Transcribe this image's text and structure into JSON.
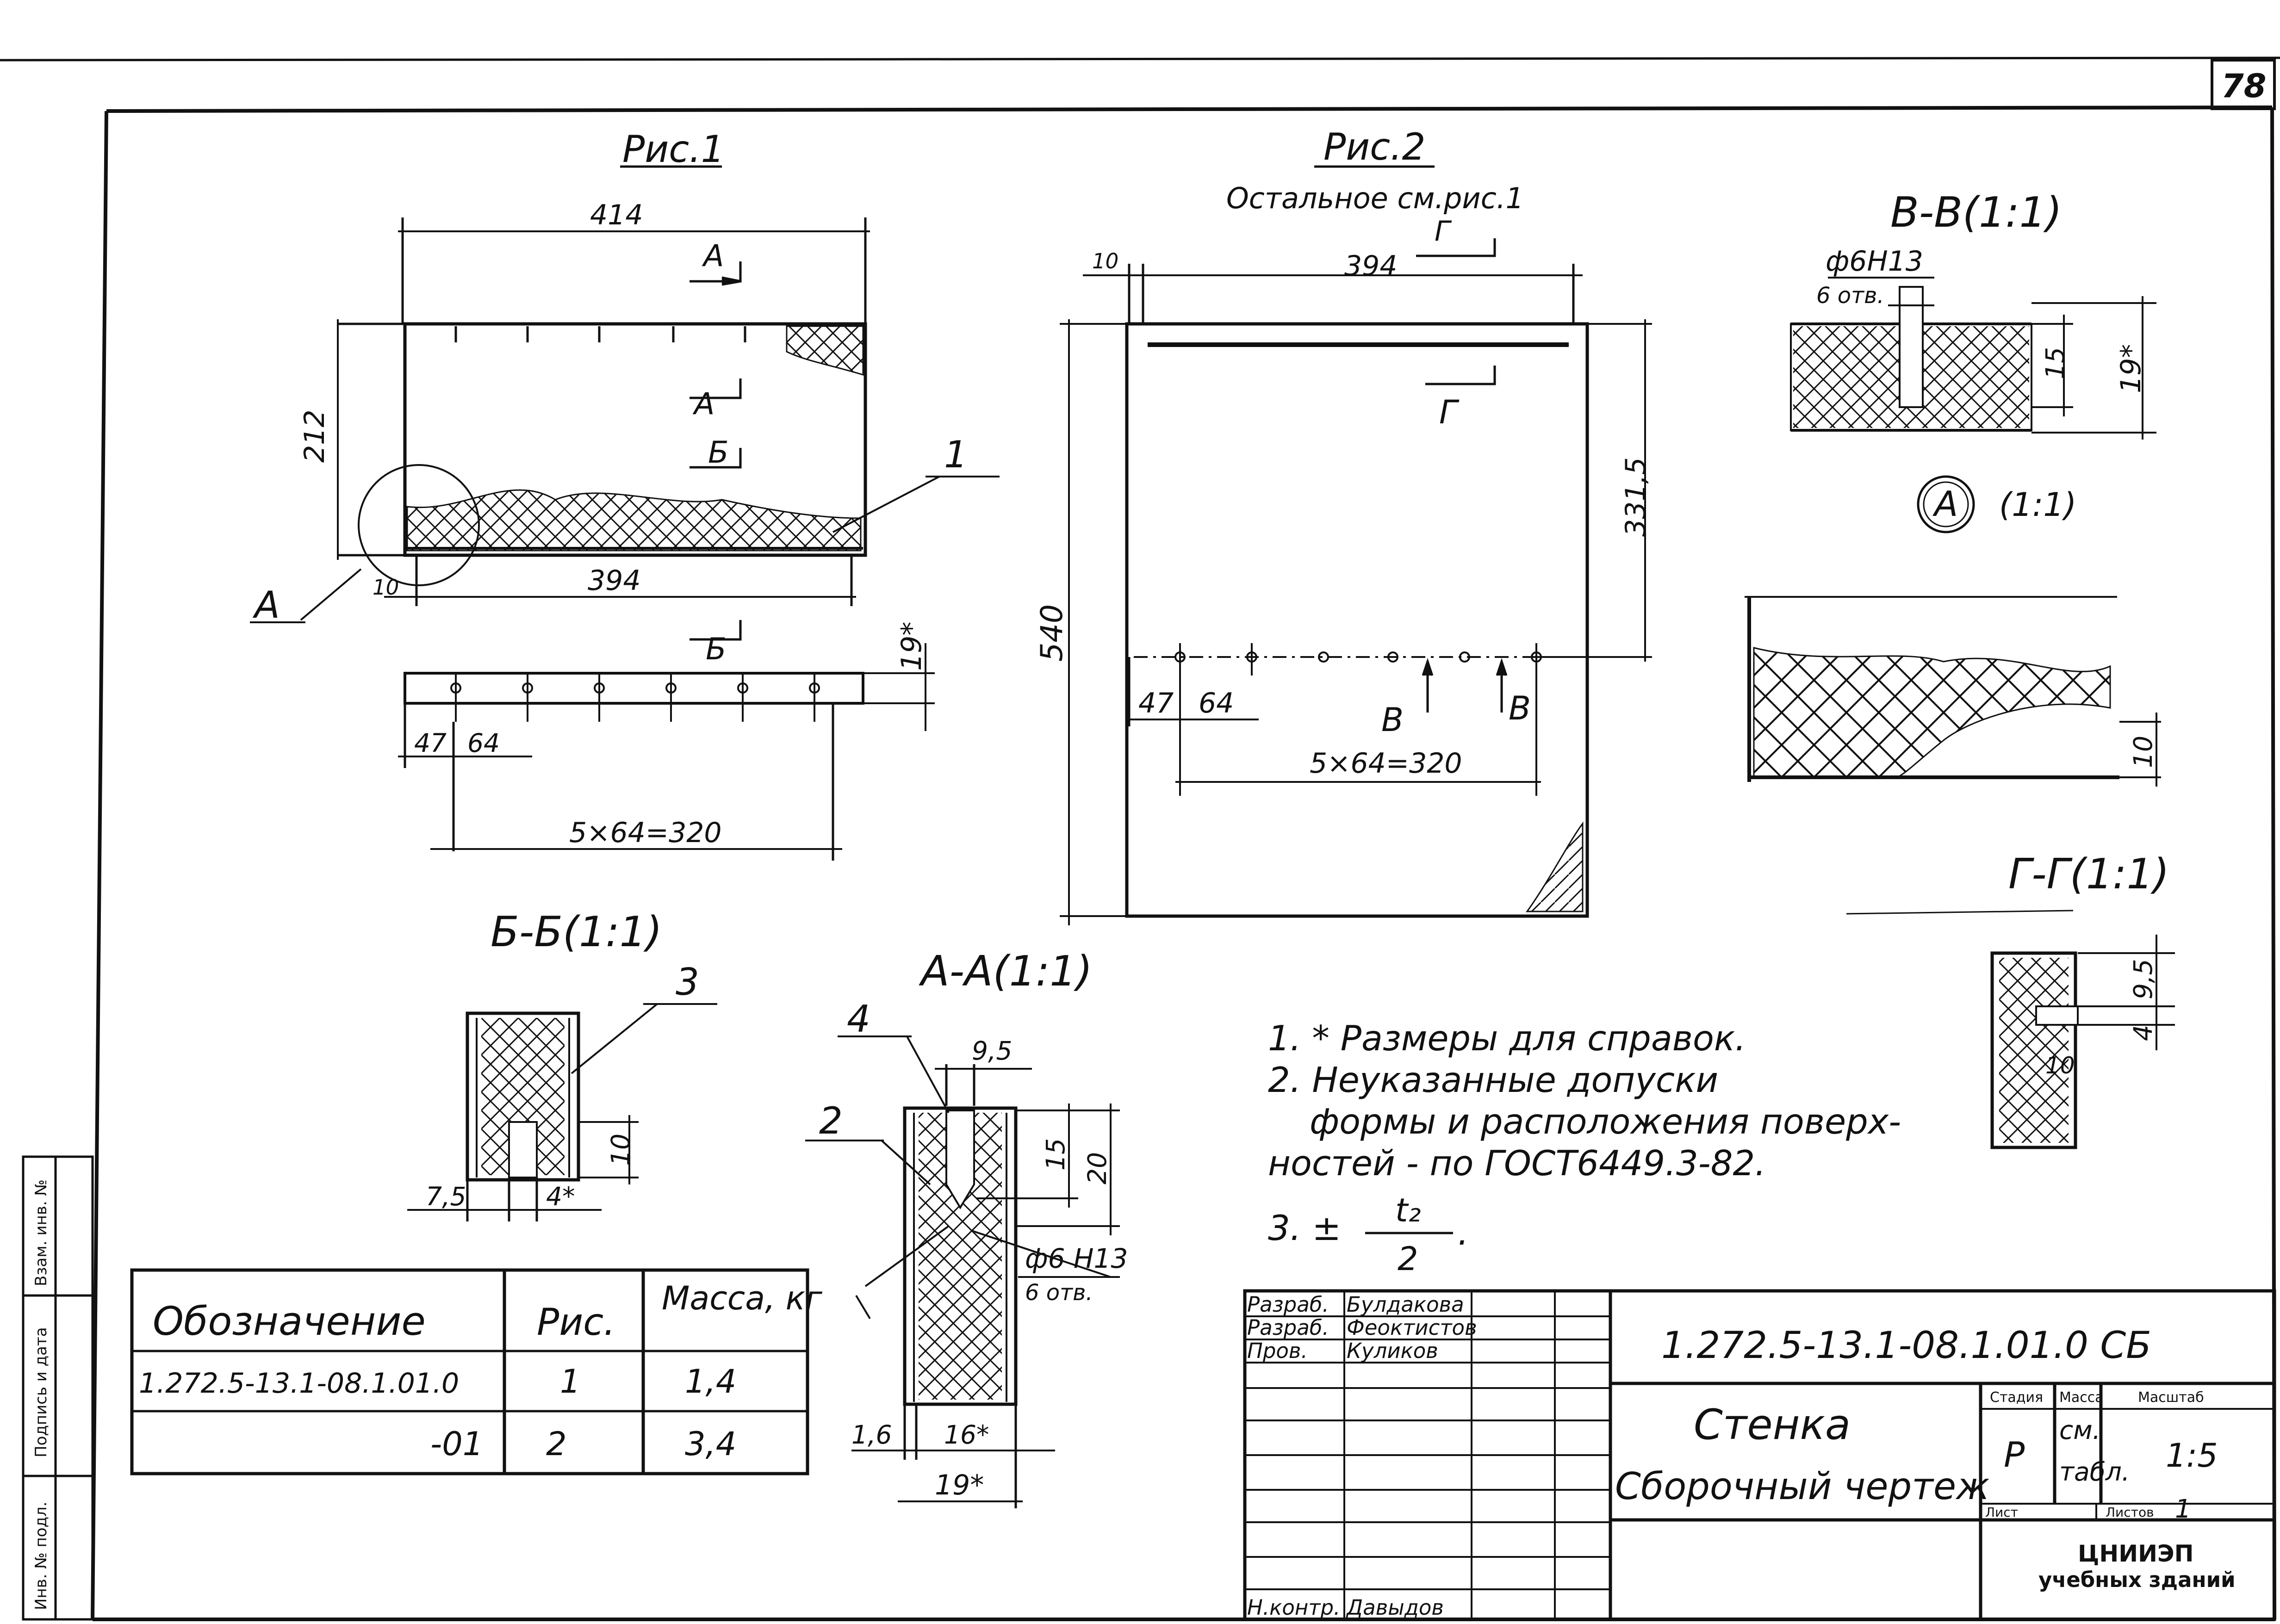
{
  "sheet": {
    "page_number": "78",
    "side_labels": [
      "Инв. № подл.",
      "Подпись и дата",
      "Взам. инв. №"
    ]
  },
  "fig1": {
    "title": "Рис.1",
    "dim_overall": "414",
    "dim_inner": "394",
    "dim_height": "212",
    "dim_10": "10",
    "section_a": "А",
    "section_b": "Б",
    "callout_1": "1",
    "callout_a": "А",
    "dim_19": "19*",
    "dim_47": "47",
    "dim_64": "64",
    "dim_pitch": "5×64=320"
  },
  "fig2": {
    "title": "Рис.2",
    "subtitle": "Остальное см.рис.1",
    "dim_10": "10",
    "dim_394": "394",
    "section_g": "Г",
    "dim_331": "331,5",
    "dim_540": "540",
    "dim_47": "47",
    "dim_64": "64",
    "section_v": "В",
    "dim_pitch": "5×64=320"
  },
  "view_vv": {
    "title": "В-В(1:1)",
    "hole": "ф6Н13",
    "holes_count": "6 отв.",
    "dim_15": "15",
    "dim_19": "19*"
  },
  "view_a": {
    "mark": "А",
    "scale": "(1:1)",
    "dim_10": "10"
  },
  "view_gg": {
    "title": "Г-Г(1:1)",
    "dim_95": "9,5",
    "dim_4": "4",
    "dim_10": "10"
  },
  "view_bb": {
    "title": "Б-Б(1:1)",
    "callout_3": "3",
    "dim_10": "10",
    "dim_75": "7,5",
    "dim_4": "4*"
  },
  "view_aa": {
    "title": "А-А(1:1)",
    "callout_4": "4",
    "callout_2": "2",
    "dim_95": "9,5",
    "dim_15": "15",
    "dim_20": "20",
    "hole": "ф6 Н13",
    "holes_count": "6 отв.",
    "dim_16": "1,6",
    "dim_16s": "16*",
    "dim_19": "19*"
  },
  "notes": {
    "n1": "1. * Размеры для справок.",
    "n2a": "2. Неуказанные допуски",
    "n2b": "формы и расположения поверх-",
    "n2c": "ностей - по ГОСТ6449.3-82.",
    "n3_prefix": "3. ±",
    "n3_num": "t₂",
    "n3_den": "2",
    "n3_dot": "."
  },
  "table": {
    "headers": [
      "Обозначение",
      "Рис.",
      "Масса, кг"
    ],
    "rows": [
      [
        "1.272.5-13.1-08.1.01.0",
        "1",
        "1,4"
      ],
      [
        "-01",
        "2",
        "3,4"
      ]
    ]
  },
  "title_block": {
    "designation": "1.272.5-13.1-08.1.01.0 СБ",
    "name_line1": "Стенка",
    "name_line2": "Сборочный чертеж",
    "roles": [
      "Разраб.",
      "Разраб.",
      "Пров.",
      "Н.контр."
    ],
    "names": [
      "Булдакова",
      "Феоктистов",
      "Куликов",
      "Давыдов"
    ],
    "stage_label": "Стадия",
    "mass_label": "Масса",
    "scale_label": "Масштаб",
    "stage": "Р",
    "mass_line1": "см.",
    "mass_line2": "табл.",
    "scale": "1:5",
    "sheet_label": "Лист",
    "sheets_label": "Листов",
    "sheets": "1",
    "org_line1": "ЦНИИЭП",
    "org_line2": "учебных зданий"
  }
}
